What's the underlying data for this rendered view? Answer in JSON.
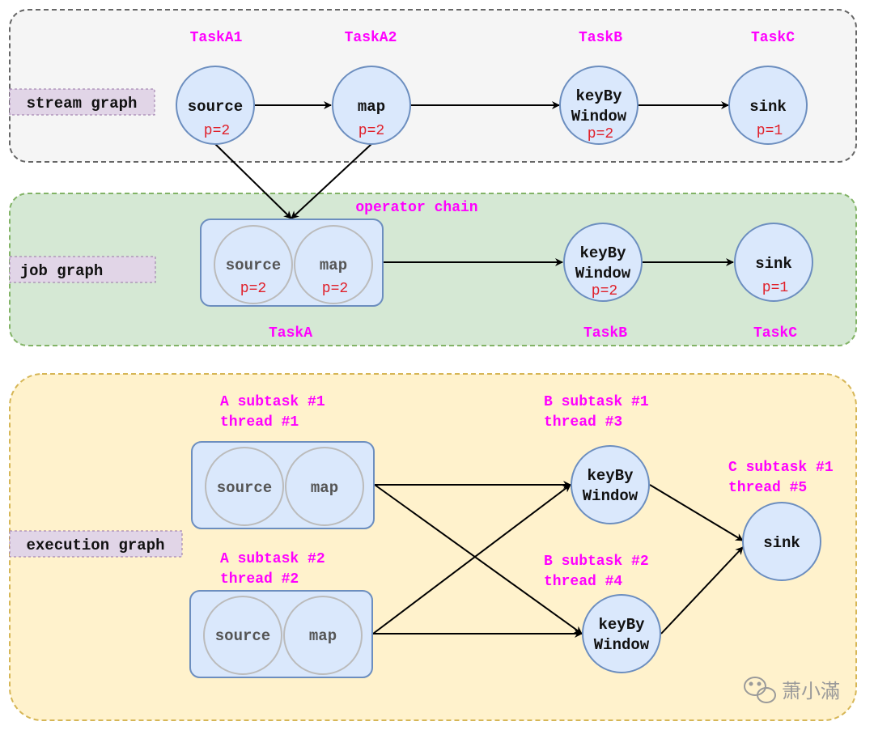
{
  "sections": {
    "stream": "stream graph",
    "job": "job graph",
    "execution": "execution graph"
  },
  "stream_graph": {
    "tasks": [
      "TaskA1",
      "TaskA2",
      "TaskB",
      "TaskC"
    ],
    "nodes": {
      "source": "source",
      "map": "map",
      "keyby_line1": "keyBy",
      "keyby_line2": "Window",
      "sink": "sink"
    },
    "parallelism": {
      "source": "p=2",
      "map": "p=2",
      "keyby": "p=2",
      "sink": "p=1"
    }
  },
  "job_graph": {
    "chain_label": "operator chain",
    "tasks": [
      "TaskA",
      "TaskB",
      "TaskC"
    ],
    "nodes": {
      "source": "source",
      "map": "map",
      "keyby_line1": "keyBy",
      "keyby_line2": "Window",
      "sink": "sink"
    },
    "parallelism": {
      "source": "p=2",
      "map": "p=2",
      "keyby": "p=2",
      "sink": "p=1"
    }
  },
  "execution_graph": {
    "a1_line1": "A subtask #1",
    "a1_line2": "thread #1",
    "a2_line1": "A subtask #2",
    "a2_line2": "thread #2",
    "b1_line1": "B subtask #1",
    "b1_line2": "thread #3",
    "b2_line1": "B subtask #2",
    "b2_line2": "thread #4",
    "c1_line1": "C subtask #1",
    "c1_line2": "thread #5",
    "nodes": {
      "source": "source",
      "map": "map",
      "keyby_line1": "keyBy",
      "keyby_line2": "Window",
      "sink": "sink"
    }
  },
  "watermark": "萧小滿",
  "colors": {
    "magenta": "#ff00ff",
    "red": "#e0202a",
    "node_fill": "#dae8fc",
    "node_stroke": "#6c8ebf",
    "stream_bg": "#f5f5f5",
    "job_bg": "#d5e8d4",
    "exec_bg": "#fff2cc",
    "label_bg": "#e1d5e7"
  }
}
